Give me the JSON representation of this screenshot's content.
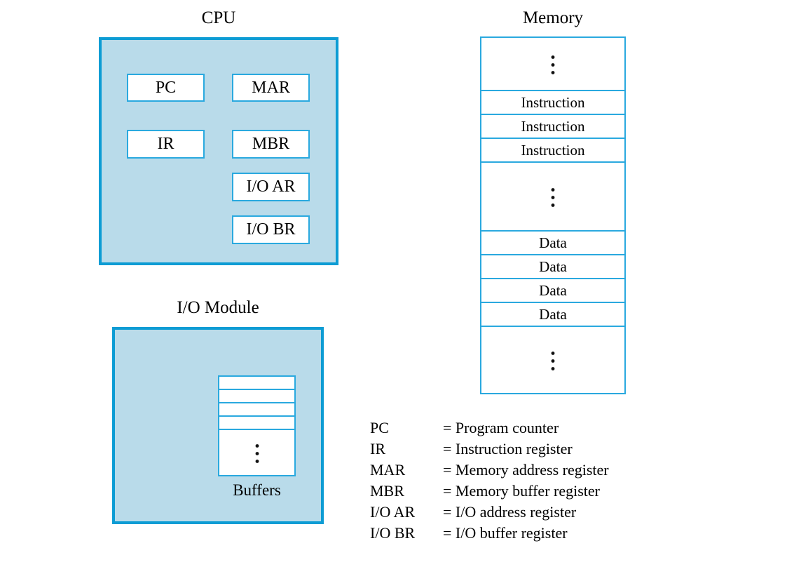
{
  "cpu": {
    "title": "CPU",
    "registers": [
      {
        "label": "PC"
      },
      {
        "label": "MAR"
      },
      {
        "label": "IR"
      },
      {
        "label": "MBR"
      },
      {
        "label": "I/O AR"
      },
      {
        "label": "I/O BR"
      }
    ]
  },
  "memory": {
    "title": "Memory",
    "rows": [
      {
        "type": "ellipsis"
      },
      {
        "type": "cell",
        "label": "Instruction"
      },
      {
        "type": "cell",
        "label": "Instruction"
      },
      {
        "type": "cell",
        "label": "Instruction"
      },
      {
        "type": "ellipsis"
      },
      {
        "type": "cell",
        "label": "Data"
      },
      {
        "type": "cell",
        "label": "Data"
      },
      {
        "type": "cell",
        "label": "Data"
      },
      {
        "type": "cell",
        "label": "Data"
      },
      {
        "type": "ellipsis"
      }
    ]
  },
  "io_module": {
    "title": "I/O Module",
    "buffers_label": "Buffers",
    "buffer_row_count": 4
  },
  "legend": [
    {
      "abbr": "PC",
      "definition": "= Program counter"
    },
    {
      "abbr": "IR",
      "definition": "= Instruction register"
    },
    {
      "abbr": "MAR",
      "definition": "= Memory address register"
    },
    {
      "abbr": "MBR",
      "definition": "= Memory buffer register"
    },
    {
      "abbr": "I/O AR",
      "definition": "= I/O address register"
    },
    {
      "abbr": "I/O BR",
      "definition": "= I/O buffer register"
    }
  ],
  "colors": {
    "box_fill": "#b9dbea",
    "box_border": "#0d9cd4",
    "line": "#2aa9df",
    "text": "#000000",
    "background": "#ffffff"
  }
}
